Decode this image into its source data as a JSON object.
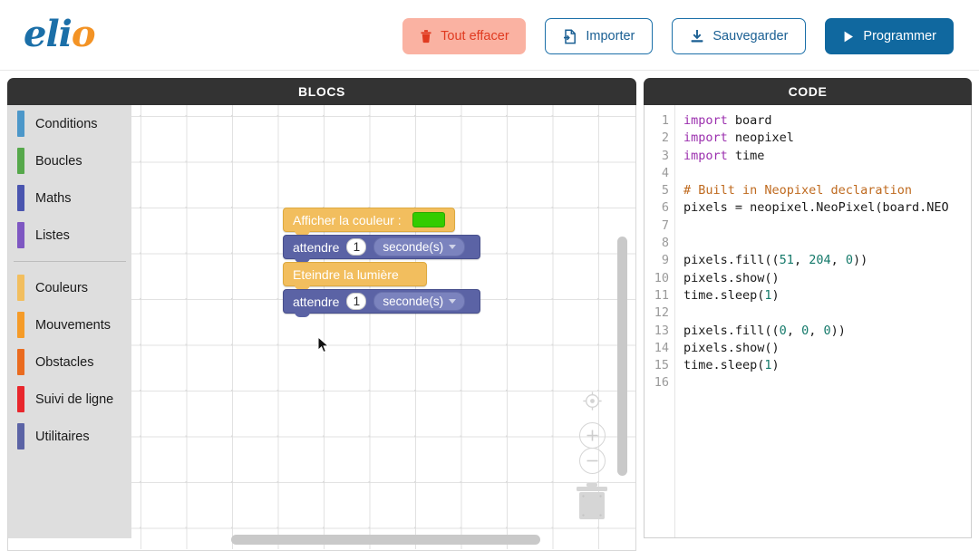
{
  "app": {
    "logo_primary": "eli",
    "logo_accent": "o",
    "brand_blue": "#1B6FA8",
    "brand_orange": "#F39325"
  },
  "toolbar": {
    "clear_label": "Tout effacer",
    "clear_icon": "trash-icon",
    "import_label": "Importer",
    "import_icon": "file-import-icon",
    "save_label": "Sauvegarder",
    "save_icon": "download-icon",
    "program_label": "Programmer",
    "program_icon": "play-icon",
    "danger_bg": "#FAB2A2",
    "danger_fg": "#E03A20",
    "primary_bg": "#10689F"
  },
  "blocks_panel": {
    "title": "BLOCS",
    "toolbox": {
      "groups": [
        {
          "items": [
            {
              "label": "Conditions",
              "color": "#4C97C9"
            },
            {
              "label": "Boucles",
              "color": "#56A84B"
            },
            {
              "label": "Maths",
              "color": "#4A55AF"
            },
            {
              "label": "Listes",
              "color": "#7E57C2"
            }
          ]
        },
        {
          "items": [
            {
              "label": "Couleurs",
              "color": "#F2BE5E"
            },
            {
              "label": "Mouvements",
              "color": "#F59B28"
            },
            {
              "label": "Obstacles",
              "color": "#EA6B1F"
            },
            {
              "label": "Suivi de ligne",
              "color": "#E8262C"
            },
            {
              "label": "Utilitaires",
              "color": "#5B63A5"
            }
          ]
        }
      ]
    },
    "workspace": {
      "blocks": [
        {
          "id": "afficher-couleur",
          "kind": "color",
          "label": "Afficher la couleur :",
          "swatch": "#33CC00"
        },
        {
          "id": "attendre-1",
          "kind": "wait",
          "label": "attendre",
          "value": "1",
          "unit": "seconde(s)"
        },
        {
          "id": "eteindre-lumiere",
          "kind": "color",
          "label": "Eteindre la lumière"
        },
        {
          "id": "attendre-2",
          "kind": "wait",
          "label": "attendre",
          "value": "1",
          "unit": "seconde(s)"
        }
      ],
      "controls": {
        "center_icon": "crosshair-target-icon",
        "zoom_in_icon": "zoom-in-icon",
        "zoom_out_icon": "zoom-out-icon",
        "trash_icon": "trash-can-icon"
      }
    }
  },
  "code_panel": {
    "title": "CODE",
    "line_numbers": [
      "1",
      "2",
      "3",
      "4",
      "5",
      "6",
      "7",
      "8",
      "9",
      "10",
      "11",
      "12",
      "13",
      "14",
      "15",
      "16"
    ],
    "lines": [
      {
        "n": "1",
        "segments": [
          {
            "t": "import",
            "c": "tk-kw"
          },
          {
            "t": " board",
            "c": ""
          }
        ]
      },
      {
        "n": "2",
        "segments": [
          {
            "t": "import",
            "c": "tk-kw"
          },
          {
            "t": " neopixel",
            "c": ""
          }
        ]
      },
      {
        "n": "3",
        "segments": [
          {
            "t": "import",
            "c": "tk-kw"
          },
          {
            "t": " time",
            "c": ""
          }
        ]
      },
      {
        "n": "4",
        "segments": []
      },
      {
        "n": "5",
        "segments": [
          {
            "t": "# Built in Neopixel declaration",
            "c": "tk-com"
          }
        ]
      },
      {
        "n": "6",
        "segments": [
          {
            "t": "pixels = neopixel.NeoPixel(board.NEO",
            "c": ""
          }
        ]
      },
      {
        "n": "7",
        "segments": []
      },
      {
        "n": "8",
        "segments": []
      },
      {
        "n": "9",
        "segments": [
          {
            "t": "pixels.fill((",
            "c": ""
          },
          {
            "t": "51",
            "c": "tk-num"
          },
          {
            "t": ", ",
            "c": ""
          },
          {
            "t": "204",
            "c": "tk-num"
          },
          {
            "t": ", ",
            "c": ""
          },
          {
            "t": "0",
            "c": "tk-num"
          },
          {
            "t": "))",
            "c": ""
          }
        ]
      },
      {
        "n": "10",
        "segments": [
          {
            "t": "pixels.show()",
            "c": ""
          }
        ]
      },
      {
        "n": "11",
        "segments": [
          {
            "t": "time.sleep(",
            "c": ""
          },
          {
            "t": "1",
            "c": "tk-num"
          },
          {
            "t": ")",
            "c": ""
          }
        ]
      },
      {
        "n": "12",
        "segments": []
      },
      {
        "n": "13",
        "segments": [
          {
            "t": "pixels.fill((",
            "c": ""
          },
          {
            "t": "0",
            "c": "tk-num"
          },
          {
            "t": ", ",
            "c": ""
          },
          {
            "t": "0",
            "c": "tk-num"
          },
          {
            "t": ", ",
            "c": ""
          },
          {
            "t": "0",
            "c": "tk-num"
          },
          {
            "t": "))",
            "c": ""
          }
        ]
      },
      {
        "n": "14",
        "segments": [
          {
            "t": "pixels.show()",
            "c": ""
          }
        ]
      },
      {
        "n": "15",
        "segments": [
          {
            "t": "time.sleep(",
            "c": ""
          },
          {
            "t": "1",
            "c": "tk-num"
          },
          {
            "t": ")",
            "c": ""
          }
        ]
      },
      {
        "n": "16",
        "segments": []
      }
    ]
  }
}
